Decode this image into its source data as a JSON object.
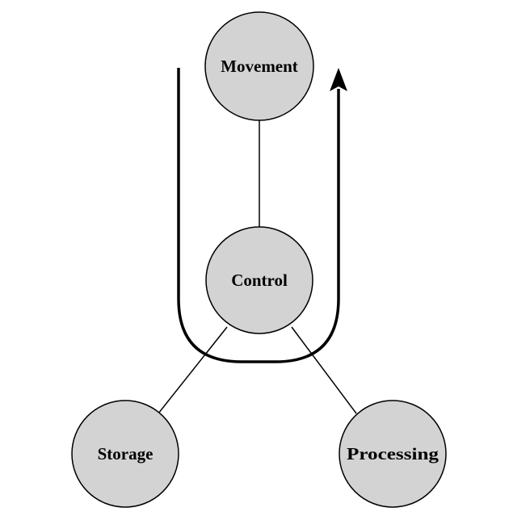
{
  "diagram": {
    "nodes": {
      "movement": {
        "label": "Movement"
      },
      "control": {
        "label": "Control"
      },
      "storage": {
        "label": "Storage"
      },
      "processing": {
        "label": "Processing"
      }
    },
    "colors": {
      "node_fill": "#d3d3d3",
      "stroke": "#000000",
      "background": "#ffffff"
    }
  }
}
